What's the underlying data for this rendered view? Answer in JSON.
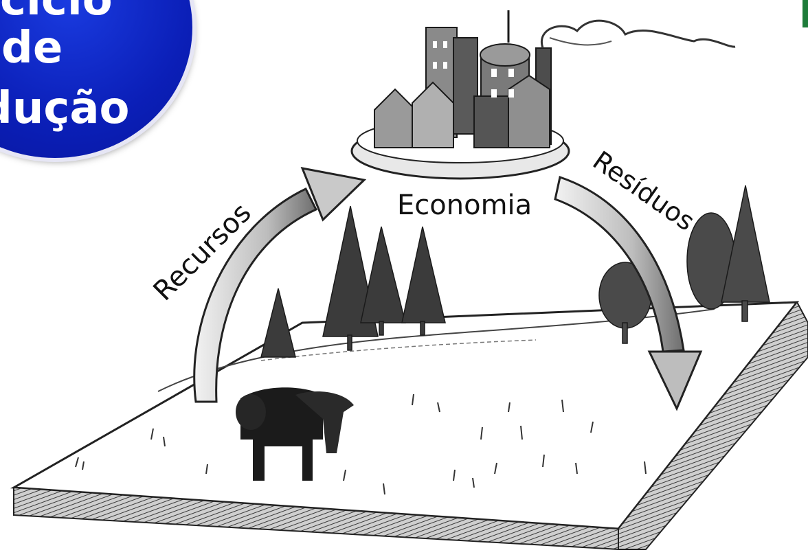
{
  "badge": {
    "lines": [
      "ciclo",
      "de",
      "dução"
    ],
    "color": "#0b1fb8"
  },
  "diagram": {
    "center_label": "Economia",
    "left_arrow_label": "Recursos",
    "right_arrow_label": "Resíduos"
  },
  "colors": {
    "ink": "#111111",
    "accent_green": "#1e7c3a"
  }
}
